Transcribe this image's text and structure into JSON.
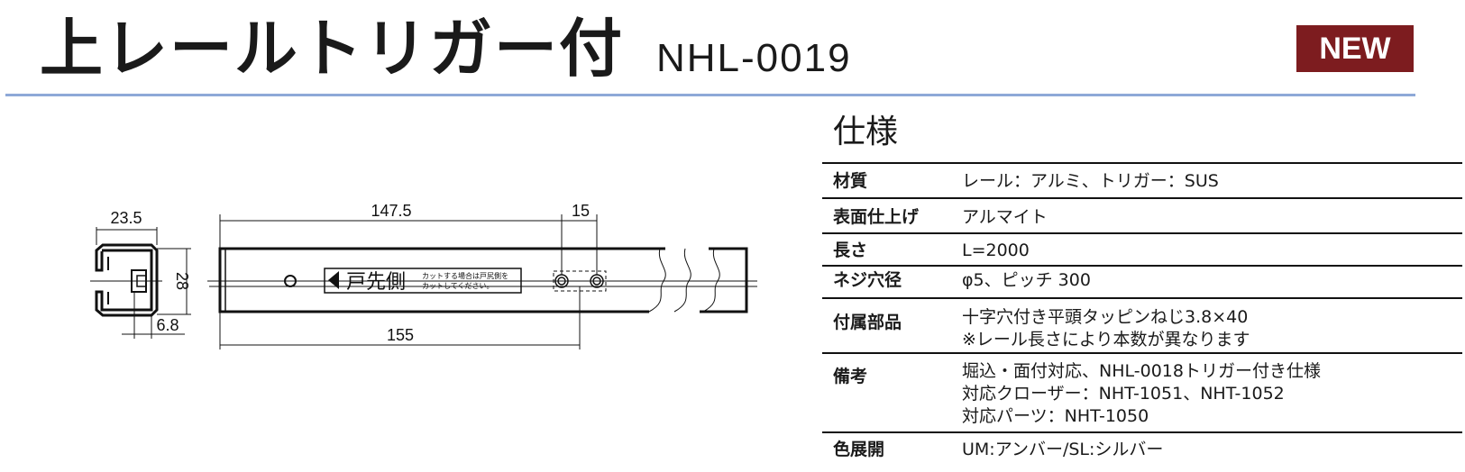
{
  "header": {
    "title": "上レールトリガー付",
    "model": "NHL-0019",
    "badge": "NEW"
  },
  "colors": {
    "badge_bg": "#7d1c1f",
    "title_rule": "#8ea9d8"
  },
  "drawing": {
    "dims": {
      "width": "23.5",
      "height": "28",
      "offset": "6.8",
      "to_hole": "147.5",
      "hole_pitch": "15",
      "to_slot": "155"
    },
    "label_main": "戸先側",
    "label_note_1": "カットする場合は戸尻側を",
    "label_note_2": "カットしてください。"
  },
  "spec": {
    "heading": "仕様",
    "rows": [
      {
        "label": "材質",
        "values": [
          "レール：アルミ、トリガー：SUS"
        ]
      },
      {
        "label": "表面仕上げ",
        "values": [
          "アルマイト"
        ]
      },
      {
        "label": "長さ",
        "values": [
          "L=2000"
        ]
      },
      {
        "label": "ネジ穴径",
        "values": [
          "φ5、ピッチ 300"
        ]
      },
      {
        "label": "付属部品",
        "values": [
          "十字穴付き平頭タッピンねじ3.8×40",
          "※レール長さにより本数が異なります"
        ]
      },
      {
        "label": "備考",
        "values": [
          "堀込・面付対応、NHL-0018トリガー付き仕様",
          "対応クローザー：NHT-1051、NHT-1052",
          "対応パーツ：NHT-1050"
        ]
      },
      {
        "label": "色展開",
        "values": [
          "UM:アンバー/SL:シルバー"
        ]
      }
    ]
  }
}
